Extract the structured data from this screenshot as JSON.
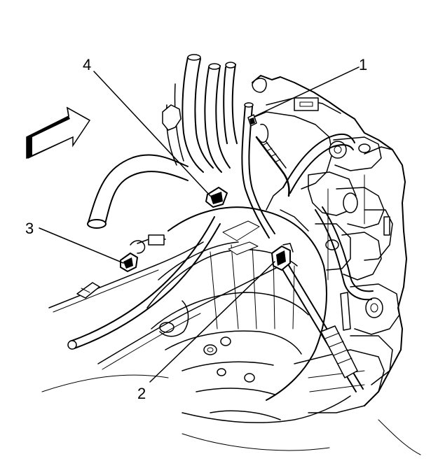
{
  "diagram": {
    "callouts": [
      {
        "id": "1",
        "label": "1"
      },
      {
        "id": "2",
        "label": "2"
      },
      {
        "id": "3",
        "label": "3"
      },
      {
        "id": "4",
        "label": "4"
      }
    ],
    "direction_arrow": {
      "icon": "front-direction-arrow-icon"
    }
  }
}
